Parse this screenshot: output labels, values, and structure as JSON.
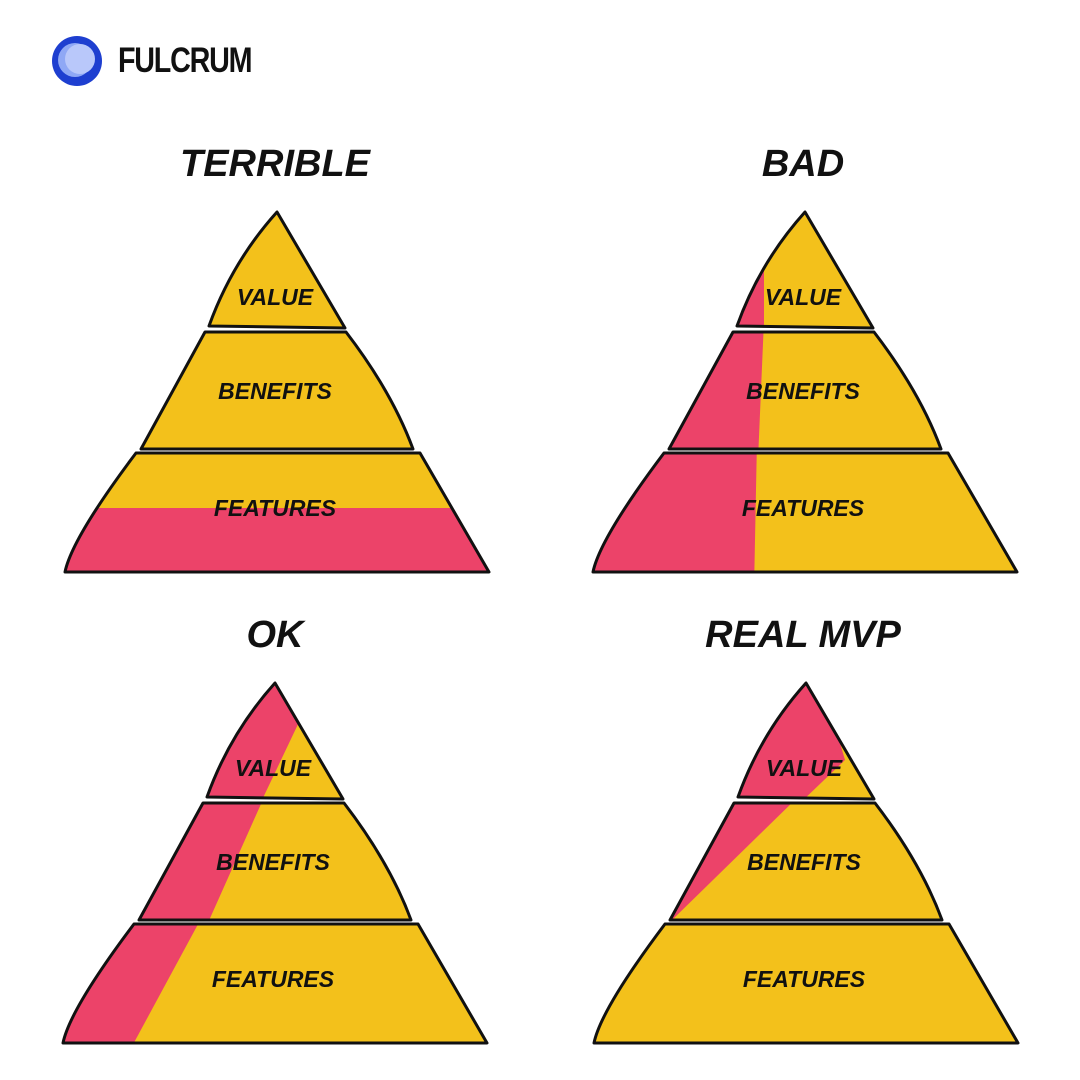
{
  "brand": {
    "name": "FULCRUM",
    "logo_icon": "blue-circle-logo-icon",
    "logo_color": "#1E3FD0"
  },
  "colors": {
    "yellow": "#F3C11B",
    "red": "#EC4369",
    "outline": "#111111"
  },
  "labels": {
    "value": "VALUE",
    "benefits": "BENEFITS",
    "features": "FEATURES"
  },
  "panels": [
    {
      "title": "TERRIBLE",
      "focus": "features-only"
    },
    {
      "title": "BAD",
      "focus": "left-slice-all-layers"
    },
    {
      "title": "OK",
      "focus": "diagonal-band"
    },
    {
      "title": "REAL MVP",
      "focus": "top-wedge"
    }
  ]
}
